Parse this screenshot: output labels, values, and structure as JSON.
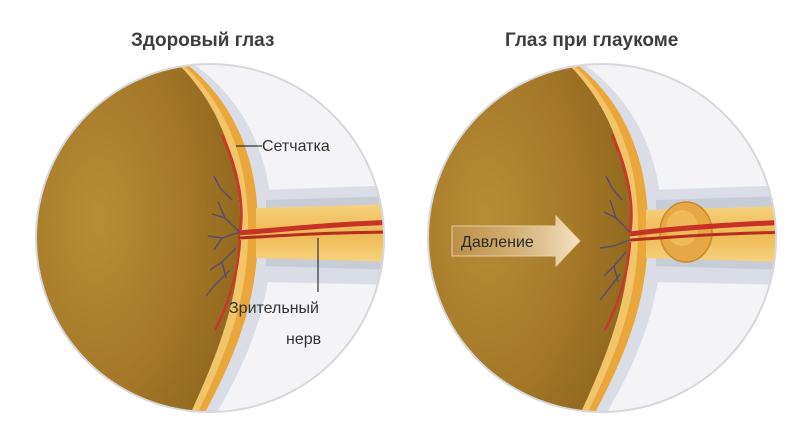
{
  "titles": {
    "healthy": "Здоровый глаз",
    "glaucoma": "Глаз при глаукоме"
  },
  "labels": {
    "retina": "Сетчатка",
    "optic_nerve_line1": "Зрительный",
    "optic_nerve_line2": "нерв",
    "pressure": "Давление"
  },
  "colors": {
    "vitreous": "#a77b2a",
    "retina_band": "#e8a83a",
    "sclera": "#d9dde6",
    "nerve": "#f2c467",
    "vessel": "#d23a2a",
    "arrow": "#f6dfc0"
  }
}
